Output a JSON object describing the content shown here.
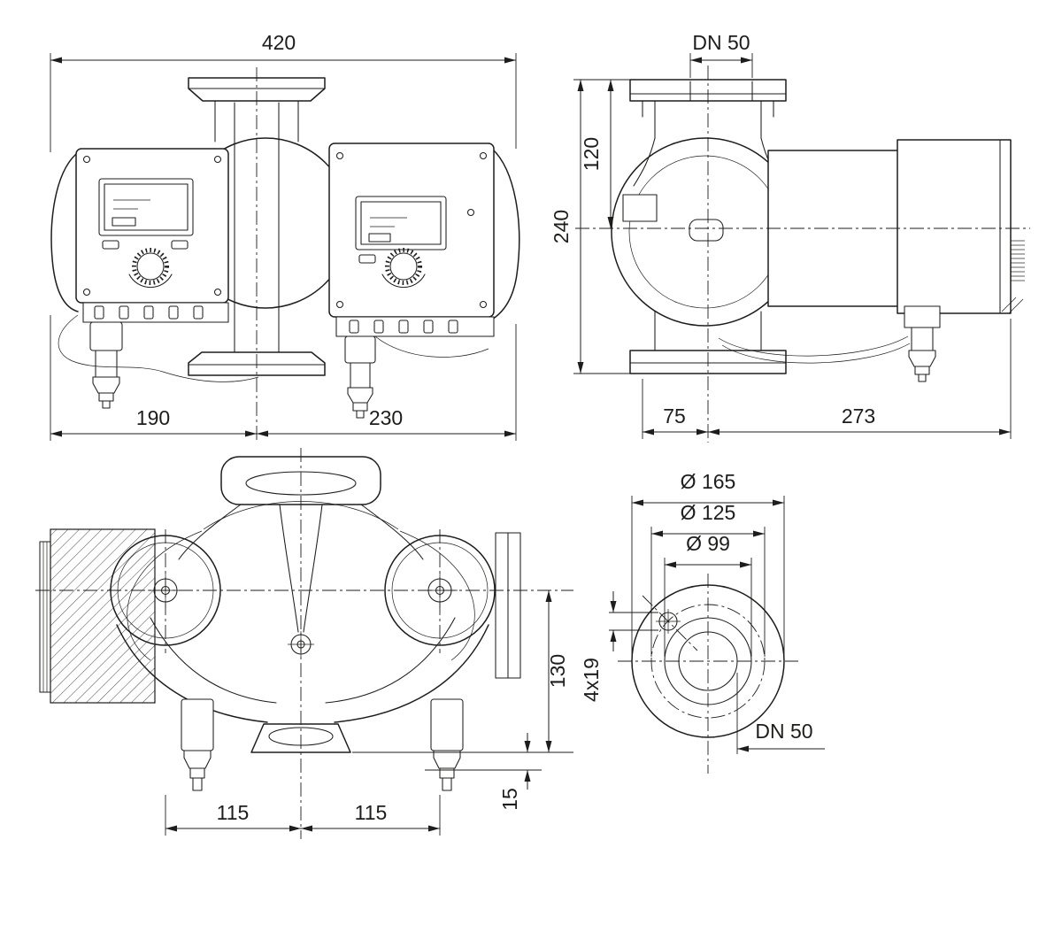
{
  "meta": {
    "ink_color": "#1d1d1b",
    "background_color": "#ffffff"
  },
  "front_view": {
    "dim_total_width": "420",
    "dim_left_width": "190",
    "dim_right_width": "230"
  },
  "side_view": {
    "dim_nominal_diameter": "DN 50",
    "dim_flange_to_axis": "120",
    "dim_total_height": "240",
    "dim_axis_to_front": "75",
    "dim_axis_to_back": "273"
  },
  "top_view": {
    "dim_axis_spacing_left": "115",
    "dim_axis_spacing_right": "115",
    "dim_axis_to_flange_face": "130",
    "dim_flange_plate": "15"
  },
  "flange_view": {
    "dim_outer_diameter": "Ø 165",
    "dim_bolt_circle": "Ø 125",
    "dim_raised_face": "Ø 99",
    "dim_bolt_holes": "4x19",
    "dim_bore": "DN 50"
  }
}
